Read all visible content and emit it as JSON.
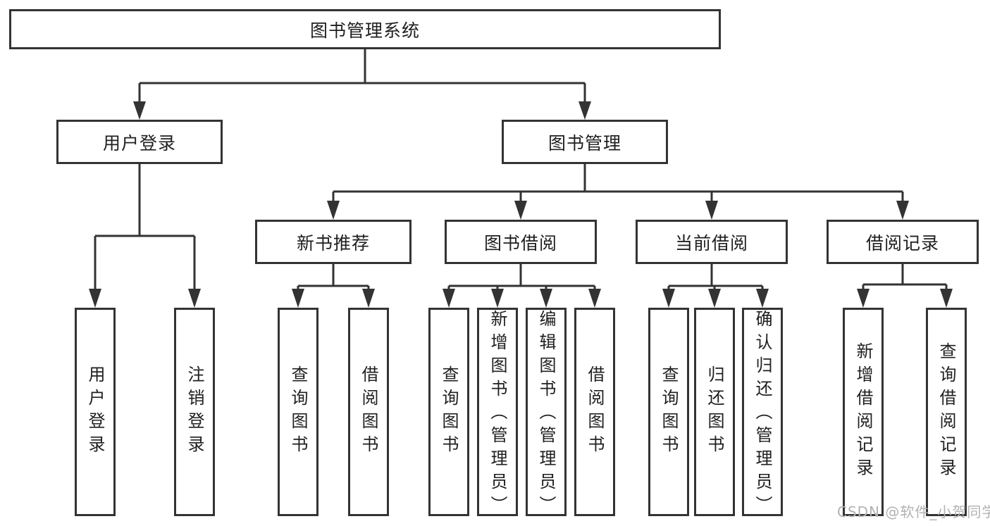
{
  "diagram": {
    "root": {
      "label": "图书管理系统"
    },
    "level2": [
      {
        "label": "用户登录",
        "children": [
          "用户登录",
          "注销登录"
        ]
      },
      {
        "label": "图书管理",
        "children_groups": [
          {
            "label": "新书推荐",
            "children": [
              "查询图书",
              "借阅图书"
            ]
          },
          {
            "label": "图书借阅",
            "children": [
              "查询图书",
              "新增图书（管理员）",
              "编辑图书（管理员）",
              "借阅图书"
            ]
          },
          {
            "label": "当前借阅",
            "children": [
              "查询图书",
              "归还图书",
              "确认归还（管理员）"
            ]
          },
          {
            "label": "借阅记录",
            "children": [
              "新增借阅记录",
              "查询借阅记录"
            ]
          }
        ]
      }
    ]
  },
  "watermark": {
    "text": "CSDN @软件_小贺同学"
  },
  "colors": {
    "line": "#333333",
    "box_border": "#333333",
    "box_fill": "#ffffff",
    "text": "#1f1f1f",
    "watermark": "#b2b2b2",
    "background": "#ffffff"
  }
}
